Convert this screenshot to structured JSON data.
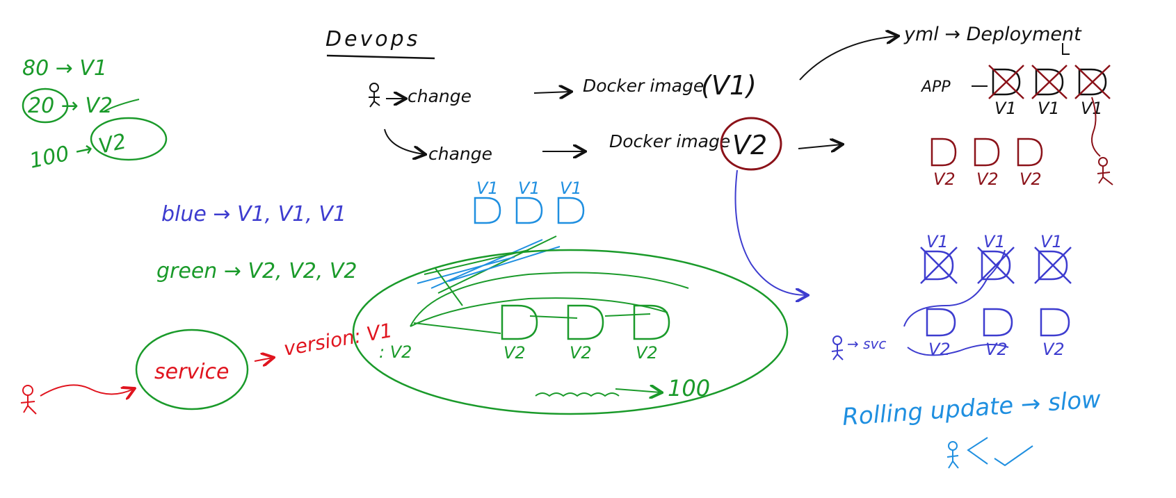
{
  "colors": {
    "black": "#111111",
    "green": "#1a9a2a",
    "red": "#e0141e",
    "darkred": "#8b1219",
    "blue": "#3d3ccf",
    "cyan": "#1f8fe0"
  },
  "title": "Devops",
  "pipeline": {
    "change_1": "change",
    "docker_image_1": "Docker image",
    "v1": "(V1)",
    "change_2": "change",
    "docker_image_2": "Docker image",
    "v2": "V2"
  },
  "deployment": {
    "yml_label": "yml → Deployment",
    "app_label": "APP",
    "old_pods": [
      "V1",
      "V1",
      "V1"
    ],
    "new_pods": [
      "V2",
      "V2",
      "V2"
    ]
  },
  "traffic_split": {
    "line1": "80 → V1",
    "line2": "20 → V2",
    "line3": "100 → V2"
  },
  "blue_green": {
    "blue_line": "blue → V1, V1, V1",
    "green_line": "green → V2, V2, V2",
    "blue_pods": [
      "V1",
      "V1",
      "V1"
    ],
    "green_pods": [
      "V2",
      "V2",
      "V2"
    ],
    "service_label": "service",
    "selector_1": "version: V1",
    "selector_2": ": V2",
    "percent": "100"
  },
  "rolling": {
    "old_pods": [
      "V1",
      "V1",
      "V1"
    ],
    "new_pods": [
      "V2",
      "V2",
      "V2"
    ],
    "user_arrow": "→ svc",
    "label": "Rolling update → slow"
  }
}
